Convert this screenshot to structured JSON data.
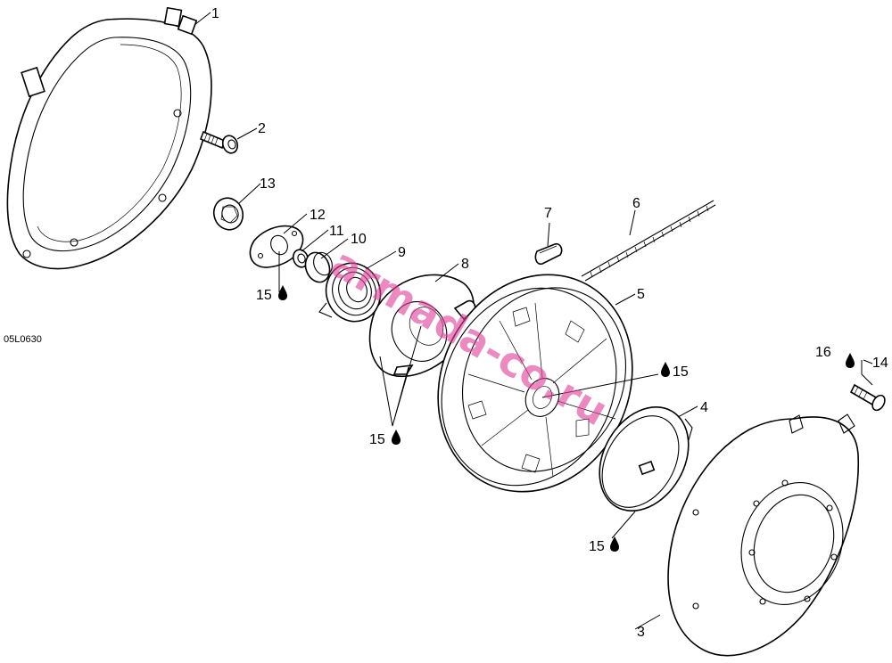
{
  "diagram": {
    "reference_code": "05L0630",
    "watermark": "armada-co.ru",
    "callouts": [
      {
        "id": "c1",
        "text": "1"
      },
      {
        "id": "c2",
        "text": "2"
      },
      {
        "id": "c13",
        "text": "13"
      },
      {
        "id": "c12",
        "text": "12"
      },
      {
        "id": "c11",
        "text": "11"
      },
      {
        "id": "c10",
        "text": "10"
      },
      {
        "id": "c9",
        "text": "9"
      },
      {
        "id": "c8",
        "text": "8"
      },
      {
        "id": "c7",
        "text": "7"
      },
      {
        "id": "c6",
        "text": "6"
      },
      {
        "id": "c5",
        "text": "5"
      },
      {
        "id": "c4",
        "text": "4"
      },
      {
        "id": "c3",
        "text": "3"
      },
      {
        "id": "c16",
        "text": "16"
      },
      {
        "id": "c14",
        "text": "14"
      },
      {
        "id": "c15a",
        "text": "15"
      },
      {
        "id": "c15b",
        "text": "15"
      },
      {
        "id": "c15c",
        "text": "15"
      },
      {
        "id": "c15d",
        "text": "15"
      }
    ],
    "colors": {
      "line": "#000000",
      "watermark": "#e0419a"
    }
  }
}
